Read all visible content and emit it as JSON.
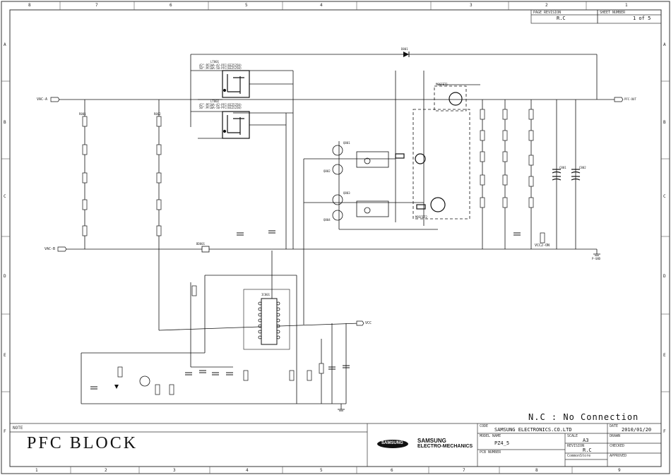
{
  "zones_top": [
    "8",
    "7",
    "6",
    "5",
    "4",
    "3",
    "2",
    "1"
  ],
  "zones_bottom": [
    "1",
    "2",
    "3",
    "4",
    "5",
    "6",
    "7",
    "8",
    "9"
  ],
  "zones_side": [
    "A",
    "B",
    "C",
    "D",
    "E",
    "F"
  ],
  "header": {
    "pageRevisionLabel": "PAGE REVISION",
    "pageRevision": "R.C",
    "sheetNumberLabel": "SHEET NUMBER",
    "sheetNumber": "1 of 5"
  },
  "nc_note": "N.C : No Connection",
  "note_label": "NOTE",
  "block_title": "PFC BLOCK",
  "logo": {
    "badge": "SAMSUNG",
    "line1": "SAMSUNG",
    "line2": "ELECTRO-MECHANICS"
  },
  "titleblock": {
    "codeLabel": "CODE",
    "company": "SAMSUNG ELECTRONICS.CO.LTD",
    "dateLabel": "DATE",
    "date": "2010/01/20",
    "modelNameLabel": "MODEL NAME",
    "modelName": "PZ4_5",
    "scaleLabel": "SCALE",
    "scale": "A3",
    "drawnLabel": "DRAWN",
    "revisionLabel": "REVISION",
    "revision": "R.C",
    "checkedLabel": "CHECKED",
    "pcbNumberLabel": "PCB NUMBER",
    "commonStoreLabel": "CommonStore",
    "approvedLabel": "APPROVED"
  },
  "nets": {
    "vacA": "VAC-A",
    "vacB": "VAC-B",
    "pfcOut": "PFC-OUT",
    "vcc": "VCC",
    "vcc2on": "VCC2-ON",
    "pgnd": "P-GND"
  },
  "parts": {
    "lt801": "LT801",
    "lt801a": "42\":PF10A-42-PFC(EE25250)\n50\":PF10A-50-PFC(EE25250)",
    "lt802": "LT802",
    "lt802a": "42\":PF10A-42-PFC(EE25250)\n50\":PF10A-50-PFC(EE25250)",
    "d801": "D801",
    "ic801": "IC801",
    "q801": "Q801",
    "q802": "Q802",
    "q803": "Q803",
    "q804": "Q804",
    "mosfet1": "MOSFET1",
    "mosfet2": "MOSFET2",
    "c801": "C801",
    "c802": "C802",
    "r801": "R801",
    "r802": "R802",
    "bd801": "BD801"
  }
}
